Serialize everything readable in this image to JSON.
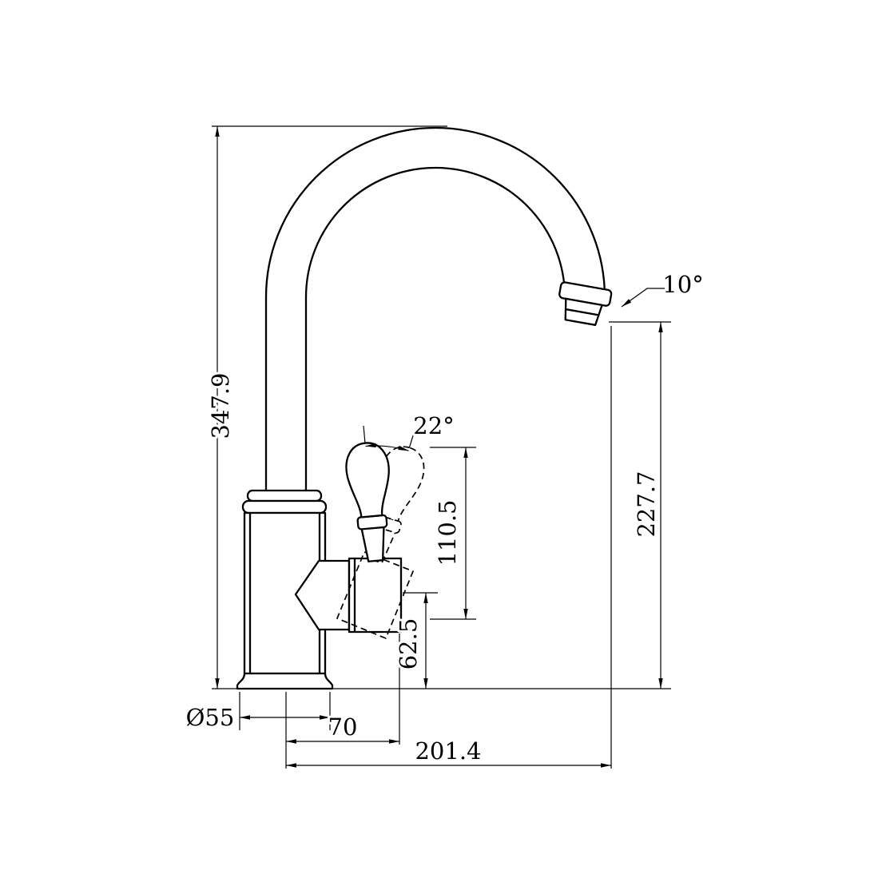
{
  "drawing": {
    "type": "technical-drawing",
    "subject": "gooseneck kitchen faucet side elevation with dimensions",
    "units_implied": "mm",
    "labels": {
      "overall_height": "347.9",
      "spout_outlet_height": "227.7",
      "handle_height": "110.5",
      "outlet_center_height": "62.5",
      "base_diameter": "Ø55",
      "handle_center_offset": "70",
      "spout_reach": "201.4",
      "spout_tip_angle": "10°",
      "handle_swing_angle": "22°"
    }
  }
}
